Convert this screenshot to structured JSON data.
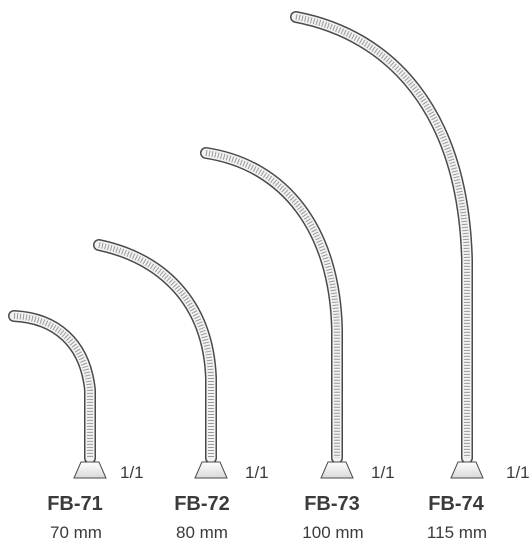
{
  "instruments": [
    {
      "code": "FB-71",
      "length": "70 mm",
      "scale": "1/1"
    },
    {
      "code": "FB-72",
      "length": "80 mm",
      "scale": "1/1"
    },
    {
      "code": "FB-73",
      "length": "100 mm",
      "scale": "1/1"
    },
    {
      "code": "FB-74",
      "length": "115 mm",
      "scale": "1/1"
    }
  ],
  "colors": {
    "outline": "#4a4a4a",
    "fill": "#f2f2f2",
    "serration": "#9a9a9a",
    "base_fill": "#e8e8e8",
    "text": "#3b3b3b"
  }
}
